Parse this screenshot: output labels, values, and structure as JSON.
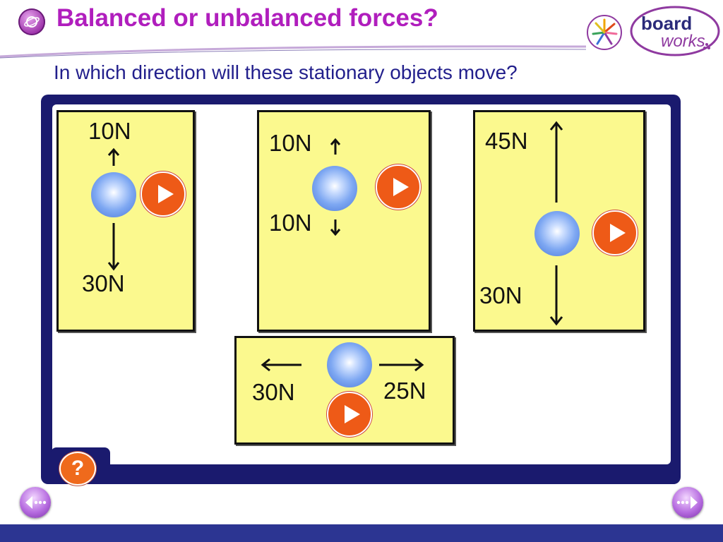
{
  "header": {
    "title": "Balanced or unbalanced forces?",
    "logo_top": "board",
    "logo_bottom": "works",
    "accent_color": "#b01ebd"
  },
  "question": "In which direction will these stationary objects move?",
  "cards": [
    {
      "id": "card-1",
      "forces": [
        "10N",
        "30N"
      ]
    },
    {
      "id": "card-2",
      "forces": [
        "10N",
        "10N"
      ]
    },
    {
      "id": "card-3",
      "forces": [
        "45N",
        "30N"
      ]
    },
    {
      "id": "card-4",
      "forces": [
        "30N",
        "25N"
      ]
    }
  ],
  "help": {
    "label": "?"
  },
  "icons": {
    "title": "physics-sphere-icon",
    "play": "play-icon",
    "prev": "previous-arrow-icon",
    "next": "next-arrow-icon"
  },
  "colors": {
    "card": "#fbf98e",
    "frame": "#1a1a6e",
    "play": "#ee5a17",
    "bottom_bar": "#2c3592"
  }
}
